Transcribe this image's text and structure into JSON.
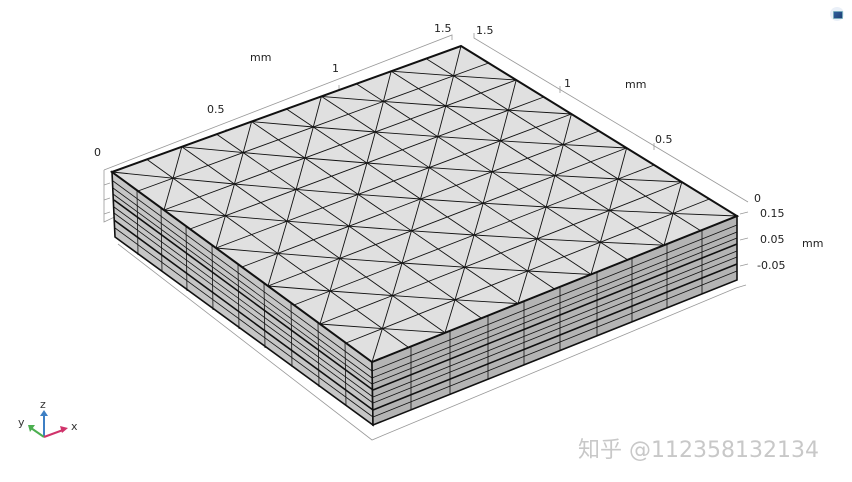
{
  "viewport": {
    "axes": {
      "x_axis": {
        "unit": "mm",
        "ticks": [
          "0",
          "0.5",
          "1",
          "1.5"
        ]
      },
      "y_axis": {
        "unit": "mm",
        "ticks": [
          "1.5",
          "1",
          "0.5",
          "0"
        ]
      },
      "z_axis": {
        "unit": "mm",
        "ticks": [
          "0.15",
          "0.05",
          "-0.05"
        ]
      }
    },
    "triad": {
      "x": "x",
      "y": "y",
      "z": "z",
      "colors": {
        "x": "#d0336b",
        "y": "#4caf50",
        "z": "#3d7fc4"
      }
    },
    "colors": {
      "top_face": "#e0e0e0",
      "side_face": "#c2c2c2",
      "side_face_dark": "#a8a8a8",
      "mesh_line": "#111111"
    }
  },
  "watermark": "知乎 @112358132134",
  "toolbar": {
    "graphics_icon": "graphics-window-icon"
  }
}
